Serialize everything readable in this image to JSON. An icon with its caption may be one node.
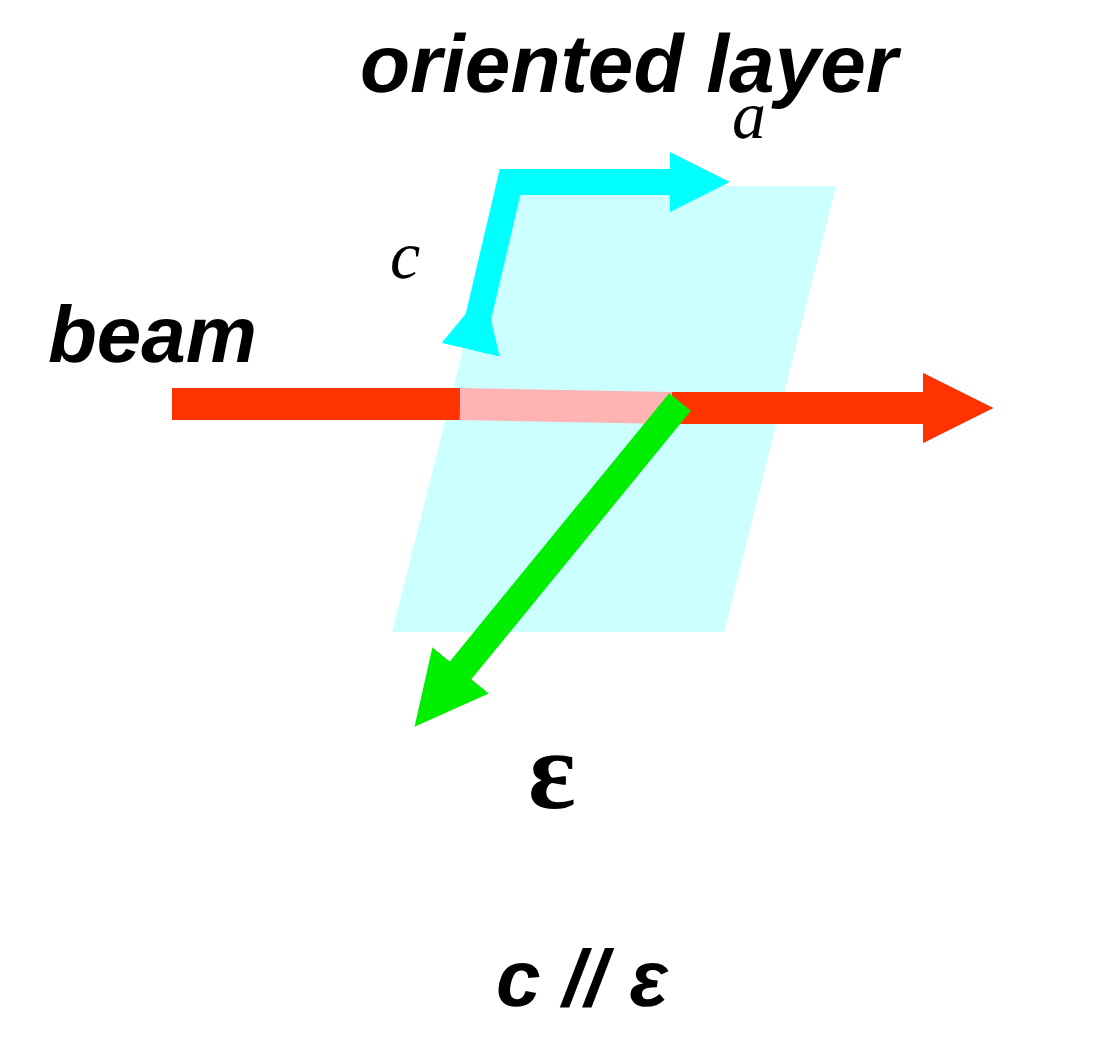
{
  "diagram": {
    "labels": [
      "oriented layer",
      "a",
      "c",
      "beam",
      "ε",
      "c // ε"
    ]
  }
}
